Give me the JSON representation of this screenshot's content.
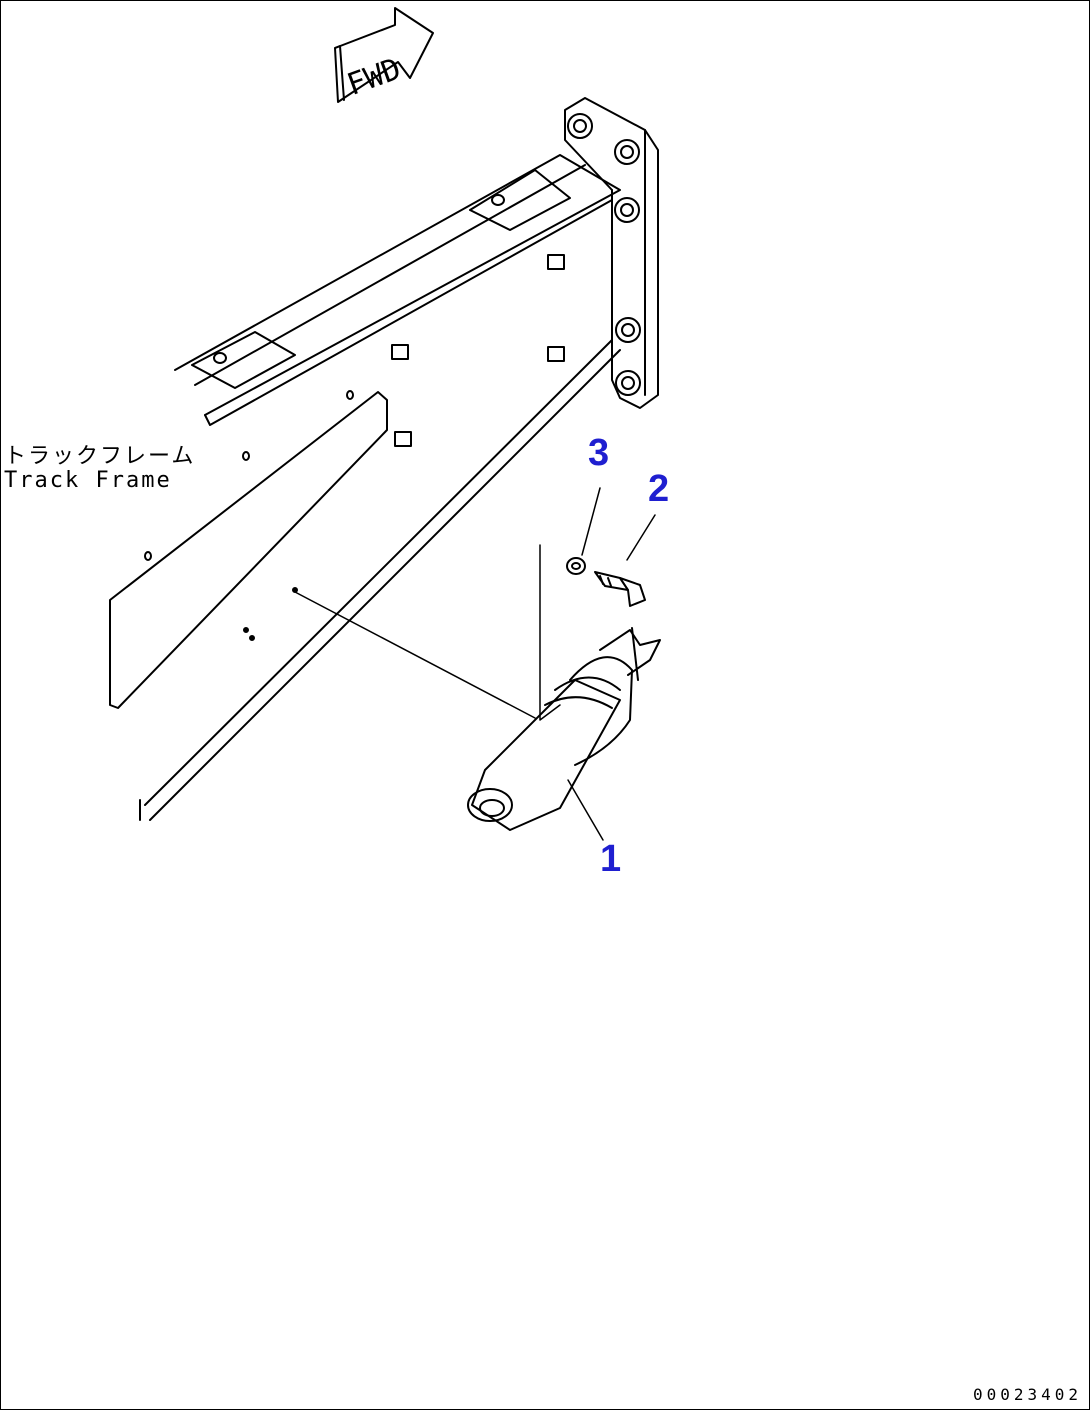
{
  "direction_marker": {
    "text": "FWD"
  },
  "labels": {
    "part_name_jp": "トラックフレーム",
    "part_name_en": "Track Frame"
  },
  "callouts": [
    {
      "number": "1"
    },
    {
      "number": "2"
    },
    {
      "number": "3"
    }
  ],
  "drawing_number": "00023402",
  "colors": {
    "line": "#000000",
    "callout": "#1f1fd0",
    "background": "#ffffff"
  }
}
